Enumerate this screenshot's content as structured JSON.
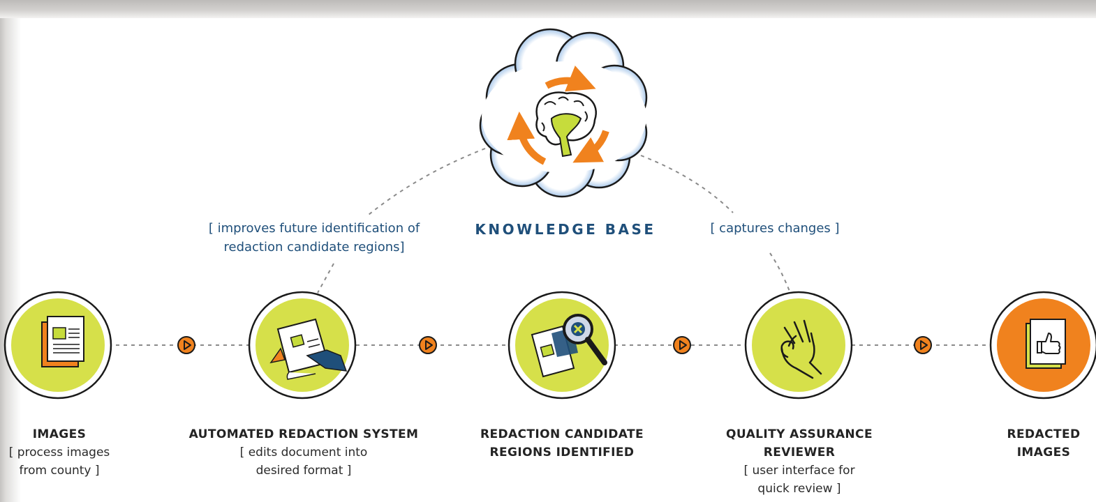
{
  "knowledge_base": {
    "label": "KNOWLEDGE BASE",
    "caption_left": [
      "[ improves future identification of",
      "redaction candidate regions]"
    ],
    "caption_right": "[ captures changes ]"
  },
  "steps": [
    {
      "title": "IMAGES",
      "subtitle": [
        "[ process images",
        "from county ]"
      ],
      "icon": "document-icon"
    },
    {
      "title": "AUTOMATED REDACTION SYSTEM",
      "subtitle": [
        "[ edits document into",
        "desired format ]"
      ],
      "icon": "document-edit-icon"
    },
    {
      "title": [
        "REDACTION CANDIDATE",
        "REGIONS IDENTIFIED"
      ],
      "icon": "magnifier-icon"
    },
    {
      "title": [
        "QUALITY ASSURANCE",
        "REVIEWER"
      ],
      "subtitle": [
        "[ user interface for",
        "quick review ]"
      ],
      "icon": "ok-hand-icon"
    },
    {
      "title": [
        "REDACTED",
        "IMAGES"
      ],
      "icon": "thumbs-up-document-icon"
    }
  ],
  "colors": {
    "lime": "#d6e04a",
    "orange": "#f0821e",
    "navy": "#1f4f7a",
    "dark": "#1a1a1a",
    "connector": "#8a8a8a"
  }
}
